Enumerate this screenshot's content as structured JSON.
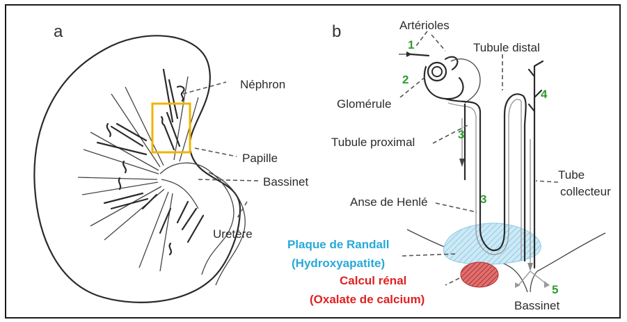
{
  "panels": {
    "a": {
      "letter": "a",
      "labels": {
        "nephron": "Néphron",
        "papille": "Papille",
        "bassinet": "Bassinet",
        "uretere": "Uretère"
      },
      "highlight_color": "#f0b400"
    },
    "b": {
      "letter": "b",
      "labels": {
        "arterioles": "Artérioles",
        "tubule_distal": "Tubule distal",
        "glomerule": "Glomérule",
        "tubule_proximal": "Tubule proximal",
        "tube_collecteur_1": "Tube",
        "tube_collecteur_2": "collecteur",
        "anse_henle": "Anse de Henlé",
        "bassinet": "Bassinet"
      },
      "highlights": {
        "plaque_1": "Plaque de Randall",
        "plaque_2": "(Hydroxyapatite)",
        "calcul_1": "Calcul rénal",
        "calcul_2": "(Oxalate de calcium)"
      },
      "numbers": {
        "n1": "1",
        "n2": "2",
        "n3a": "3",
        "n3b": "3",
        "n4": "4",
        "n5": "5"
      },
      "colors": {
        "plaque": "#bfe3f2",
        "calcul": "#e05050",
        "numbers": "#2f9b2f",
        "plaque_text": "#27a9d8",
        "calcul_text": "#e02020"
      }
    }
  }
}
